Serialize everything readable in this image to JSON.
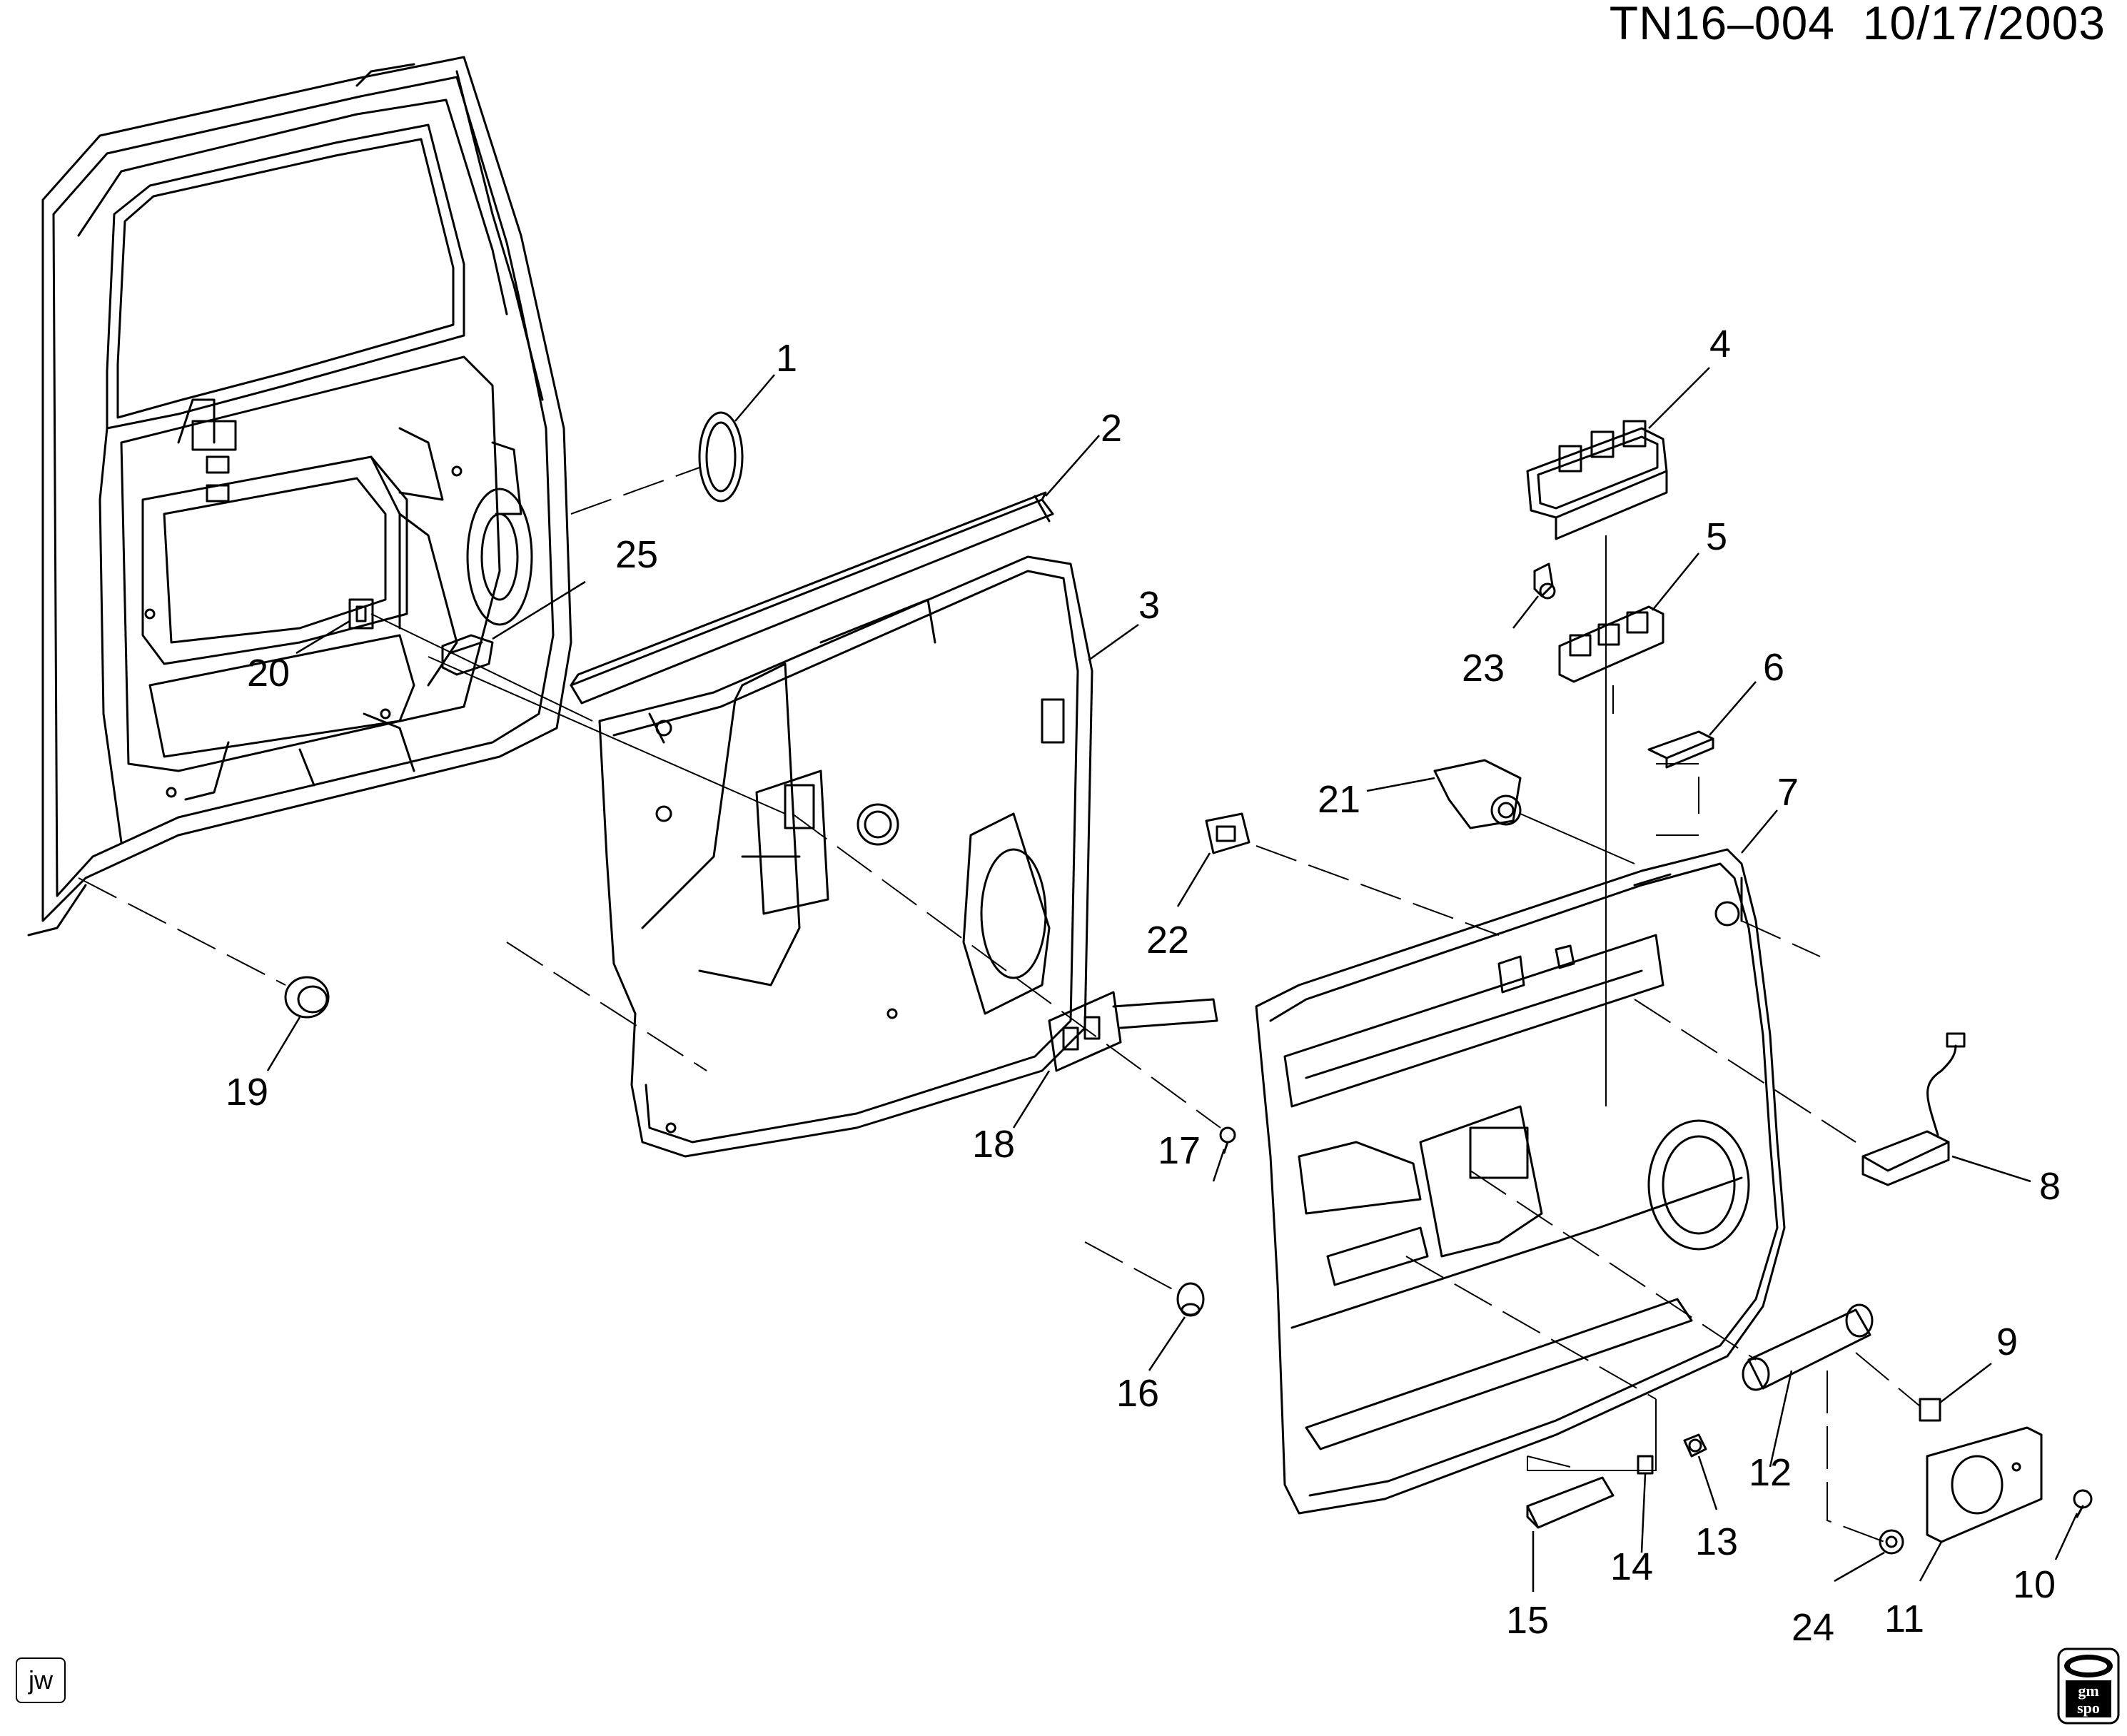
{
  "header": {
    "illustration_id": "TN16–004  10/17/2003"
  },
  "callouts": {
    "c1": "1",
    "c2": "2",
    "c3": "3",
    "c4": "4",
    "c5": "5",
    "c6": "6",
    "c7": "7",
    "c8": "8",
    "c9": "9",
    "c10": "10",
    "c11": "11",
    "c12": "12",
    "c13": "13",
    "c14": "14",
    "c15": "15",
    "c16": "16",
    "c17": "17",
    "c18": "18",
    "c19": "19",
    "c20": "20",
    "c21": "21",
    "c22": "22",
    "c23": "23",
    "c24": "24",
    "c25": "25"
  },
  "footer": {
    "author_initials": "jw",
    "logo_text": "gm spo"
  },
  "colors": {
    "ink": "#000000",
    "paper": "#ffffff"
  }
}
